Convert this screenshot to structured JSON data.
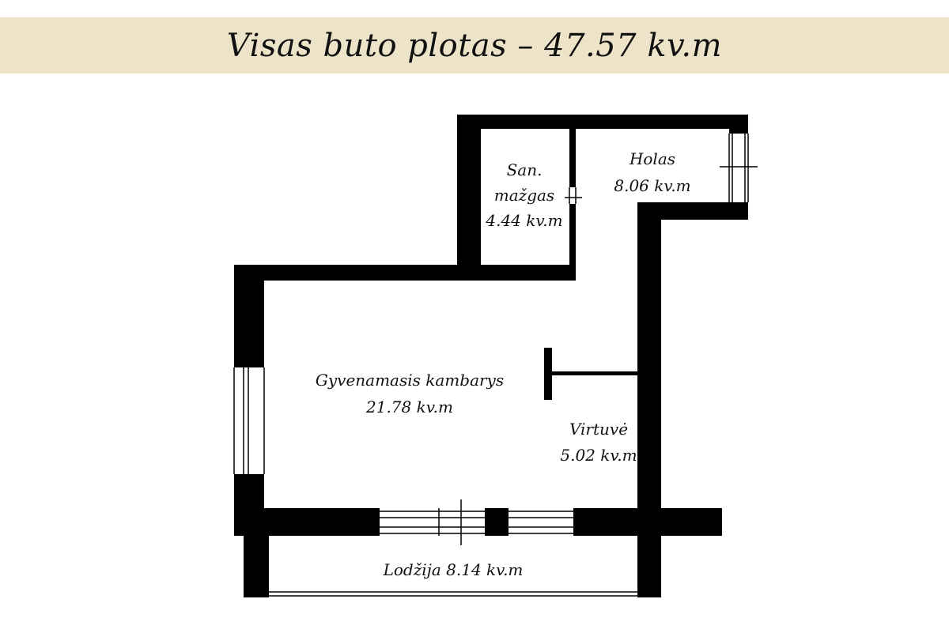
{
  "colors": {
    "banner": "#ece3c8",
    "wall": "#000000",
    "text": "#111111"
  },
  "title": "Visas buto plotas – 47.57 kv.m",
  "rooms": {
    "sanmazgas": {
      "line1": "San.",
      "line2": "mažgas",
      "area": "4.44 kv.m"
    },
    "holas": {
      "name": "Holas",
      "area": "8.06 kv.m"
    },
    "gyvenamasis": {
      "name": "Gyvenamasis kambarys",
      "area": "21.78 kv.m"
    },
    "virtuve": {
      "name": "Virtuvė",
      "area": "5.02 kv.m"
    },
    "lodzija": {
      "label": "Lodžija 8.14 kv.m"
    }
  }
}
